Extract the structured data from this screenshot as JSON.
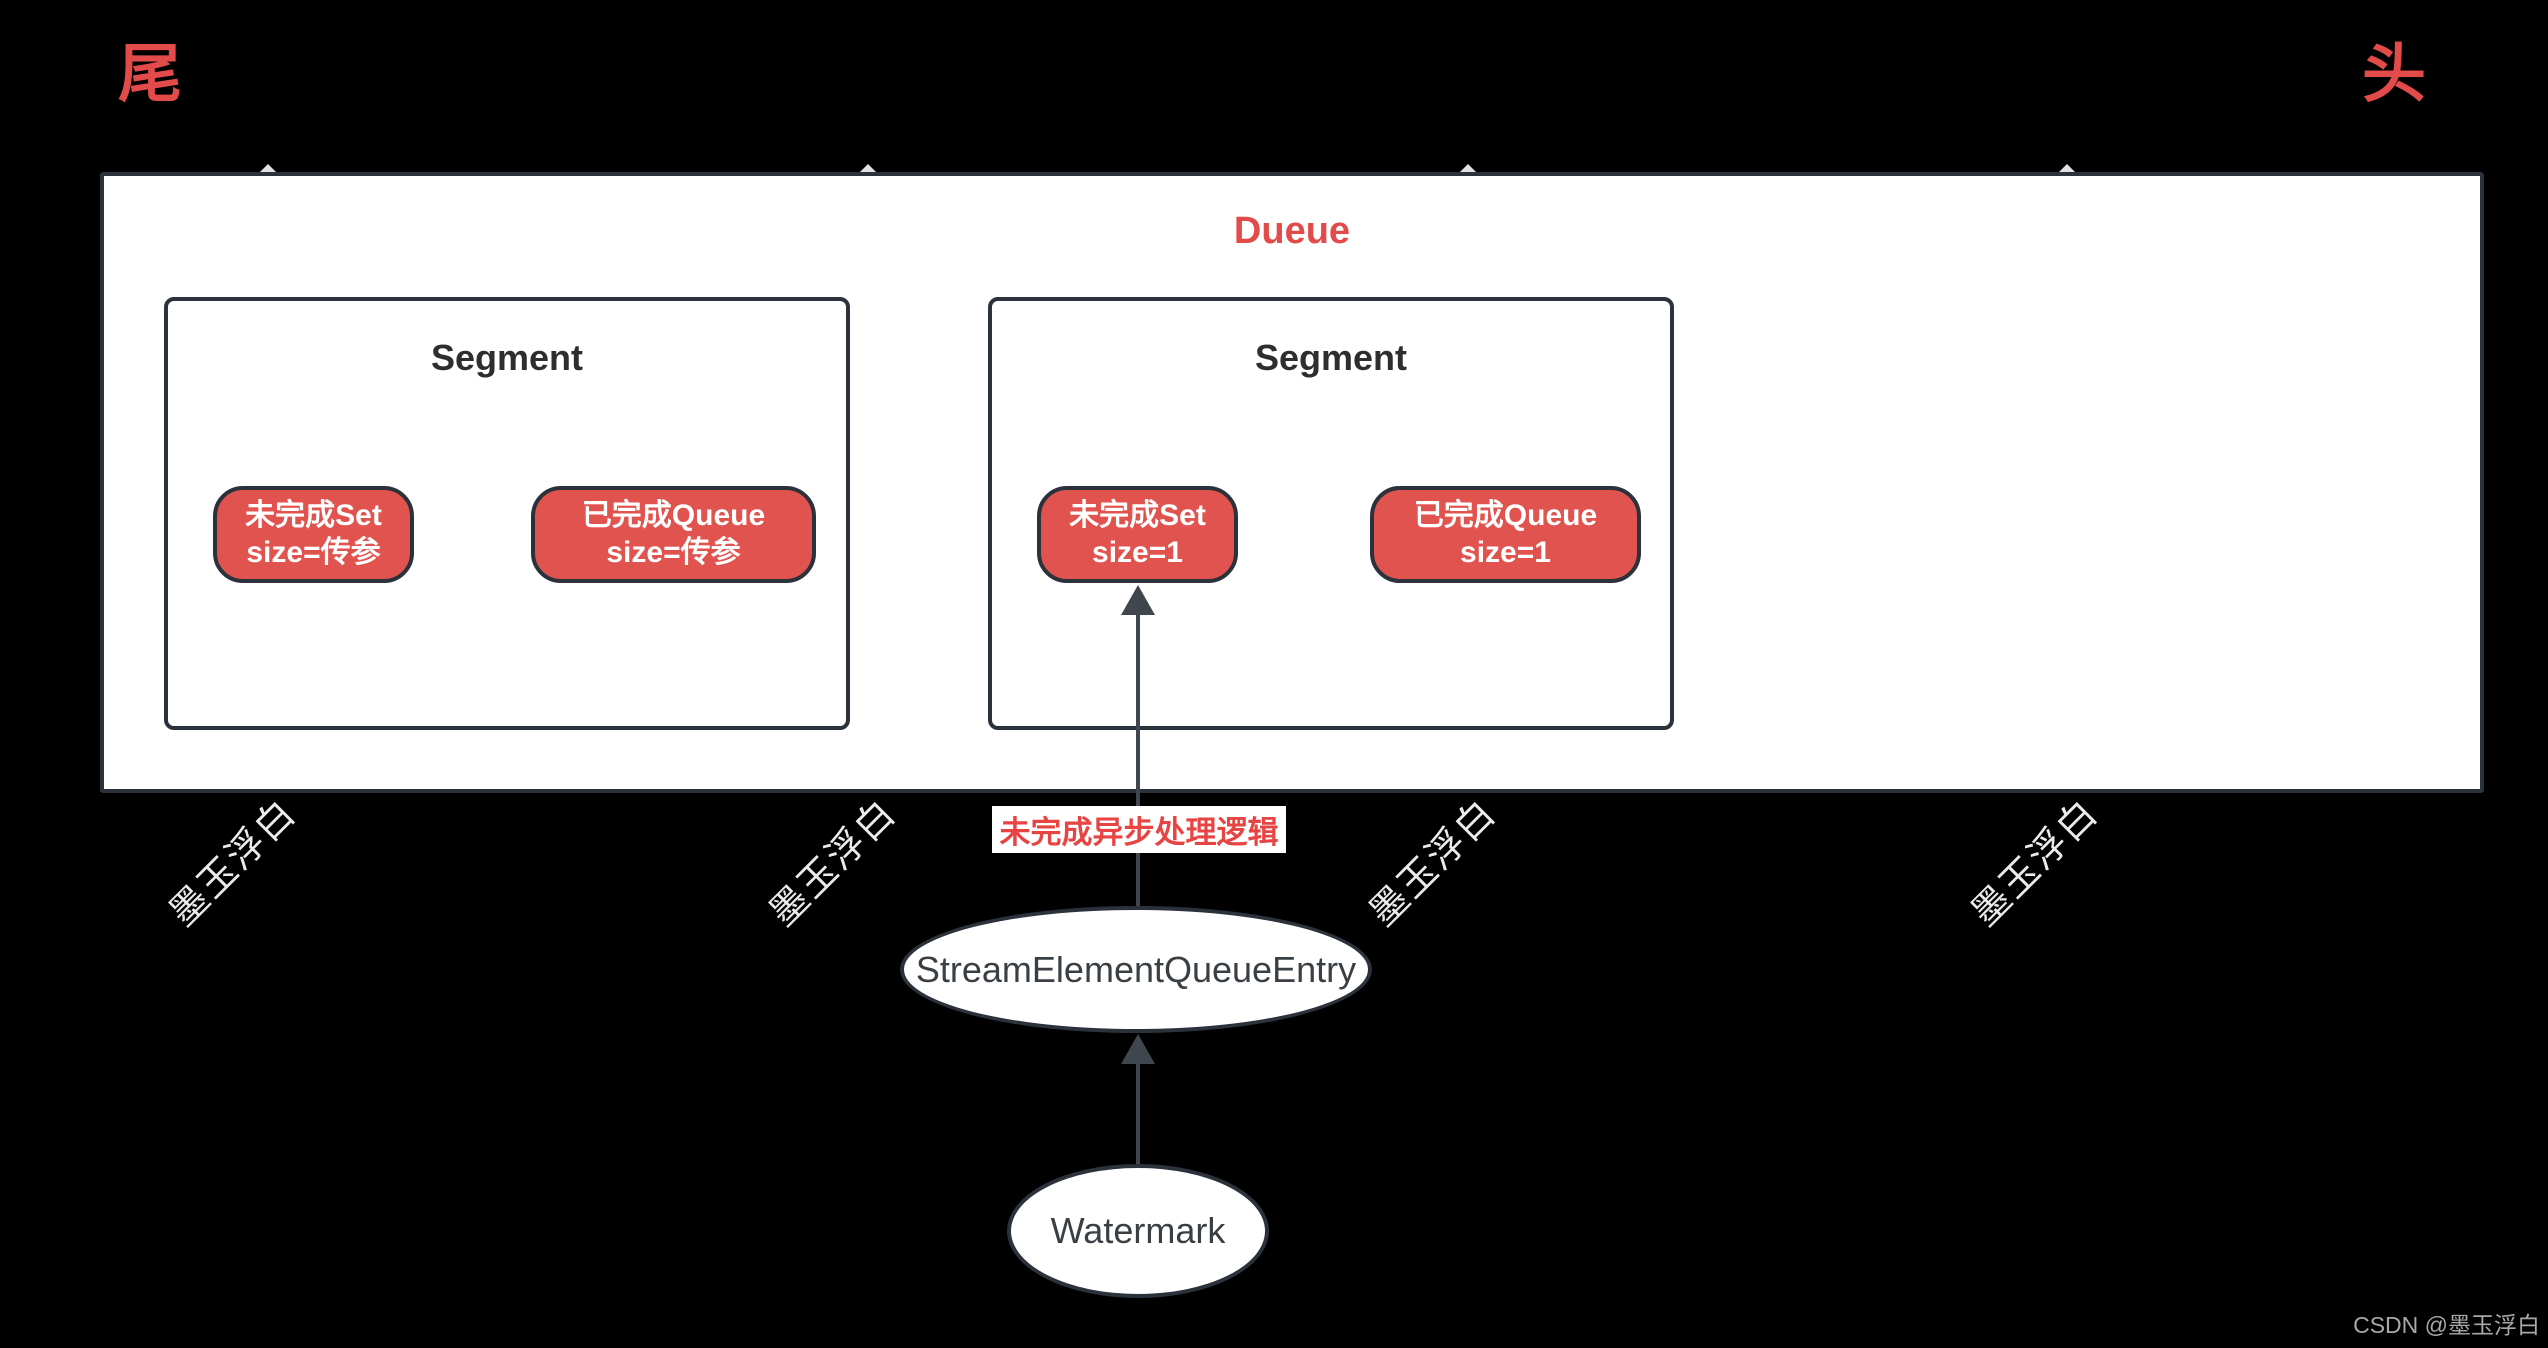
{
  "page": {
    "tail_label": "尾",
    "head_label": "头",
    "watermark_text": "墨玉浮白",
    "credit": "CSDN @墨玉浮白"
  },
  "dueue": {
    "title": "Dueue",
    "segments": [
      {
        "title": "Segment",
        "pills": [
          {
            "line1": "未完成Set",
            "line2": "size=传参"
          },
          {
            "line1": "已完成Queue",
            "line2": "size=传参"
          }
        ]
      },
      {
        "title": "Segment",
        "pills": [
          {
            "line1": "未完成Set",
            "line2": "size=1"
          },
          {
            "line1": "已完成Queue",
            "line2": "size=1"
          }
        ]
      }
    ]
  },
  "annotation": "未完成异步处理逻辑",
  "nodes": {
    "entry": "StreamElementQueueEntry",
    "watermark": "Watermark"
  },
  "icons": {
    "flow_arrowhead": "up-arrow-triangle",
    "watermark_tip": "small-up-triangle"
  },
  "colors": {
    "background": "#000000",
    "accent_red": "#e24b49",
    "pill_fill": "#e0534f",
    "annotation_red": "#e74444",
    "node_border": "#2b323c",
    "arrow": "#3f464e",
    "watermark": "#ebebeb"
  }
}
